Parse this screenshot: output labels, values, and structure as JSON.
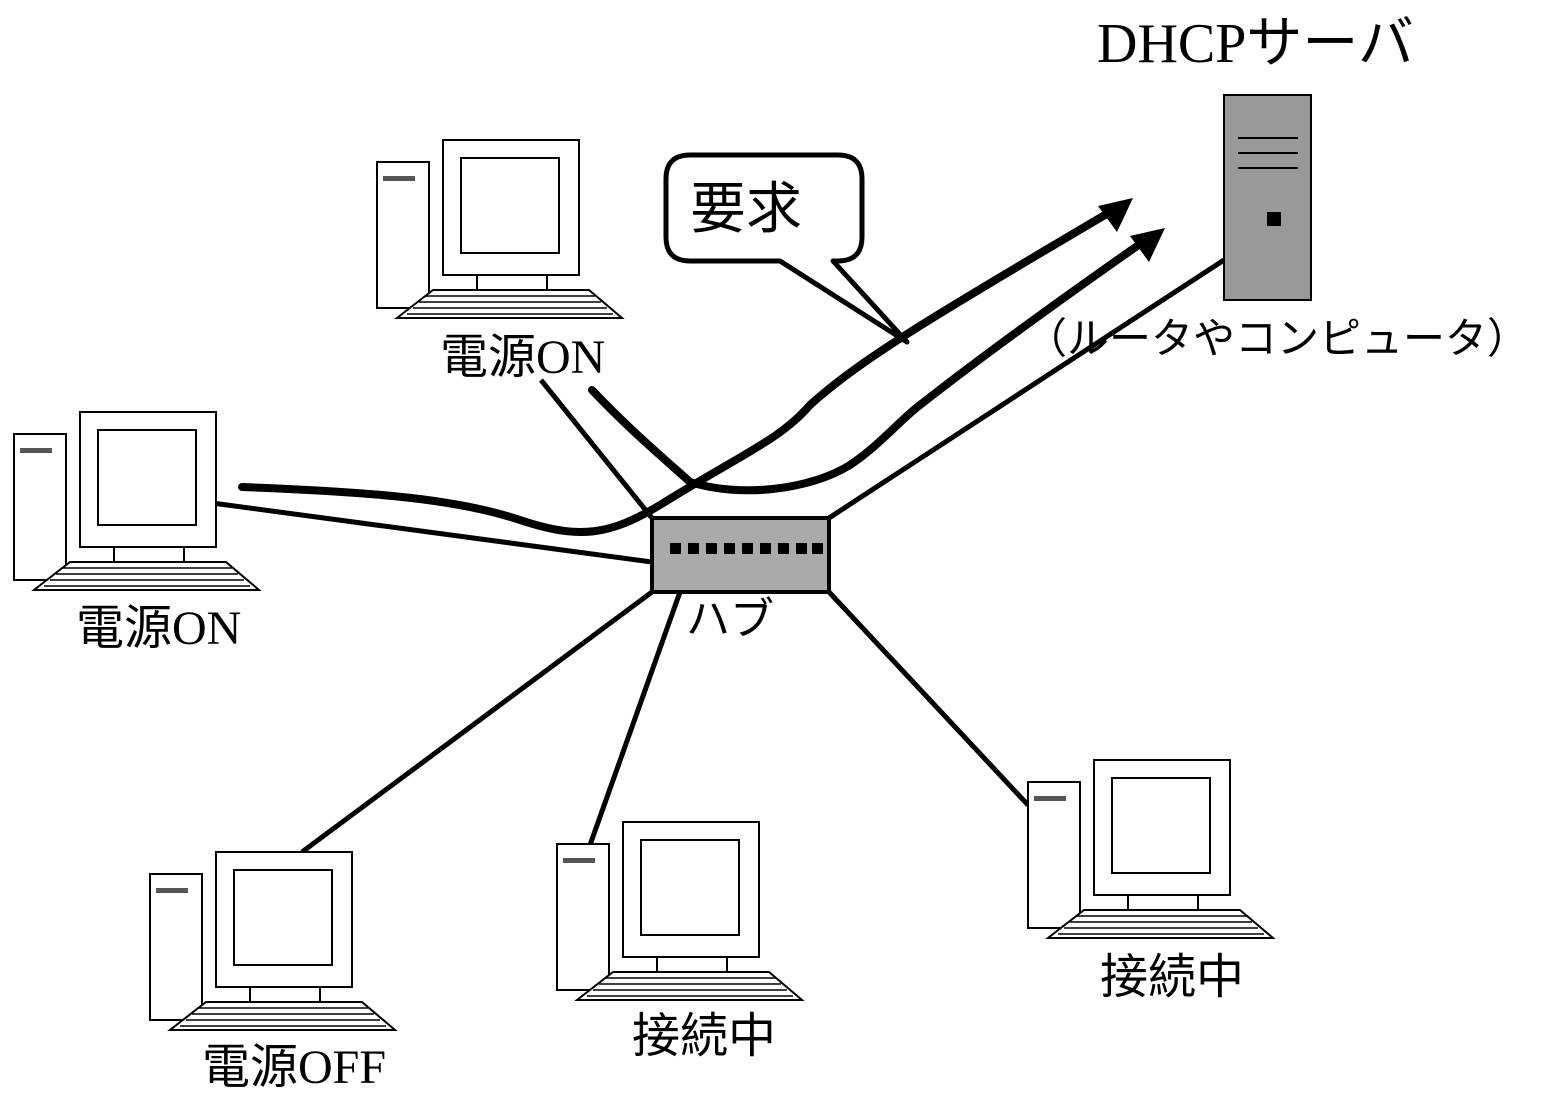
{
  "server": {
    "title": "DHCPサーバ",
    "note": "（ルータやコンピュータ）"
  },
  "hub": {
    "label": "ハブ"
  },
  "bubble": {
    "text": "要求"
  },
  "computers": [
    {
      "id": "top",
      "status": "電源ON"
    },
    {
      "id": "left",
      "status": "電源ON"
    },
    {
      "id": "bottom-left",
      "status": "電源OFF"
    },
    {
      "id": "bottom-middle",
      "status": "接続中"
    },
    {
      "id": "bottom-right",
      "status": "接続中"
    }
  ],
  "colors": {
    "line": "#000000",
    "device_gray": "#aaaaaa",
    "server_gray": "#999999"
  }
}
